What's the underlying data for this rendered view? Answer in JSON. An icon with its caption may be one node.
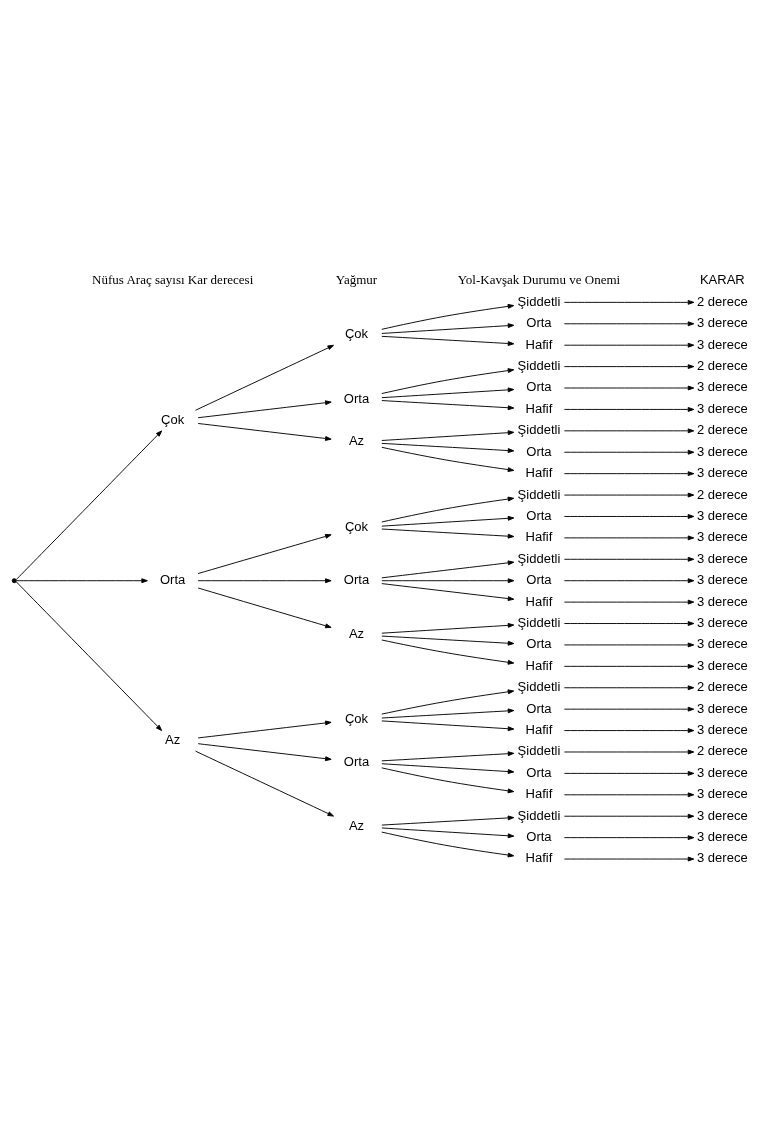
{
  "diagram": {
    "nodes": [
      {
        "text": [],
        "shape": "point"
      },
      {
        "text": [
          "Çok"
        ]
      },
      {
        "text": [
          "Orta"
        ]
      },
      {
        "text": [
          "Az"
        ]
      },
      {
        "text": [
          "Çok"
        ]
      },
      {
        "text": [
          "Orta"
        ]
      },
      {
        "text": [
          "Az"
        ]
      },
      {
        "text": [
          "Çok"
        ]
      },
      {
        "text": [
          "Orta"
        ]
      },
      {
        "text": [
          "Az"
        ]
      },
      {
        "text": [
          "Çok"
        ]
      },
      {
        "text": [
          "Orta"
        ]
      },
      {
        "text": [
          "Az"
        ]
      },
      {
        "text": [
          "Şiddetli"
        ]
      },
      {
        "text": [
          "Orta"
        ]
      },
      {
        "text": [
          "Hafif"
        ]
      },
      {
        "text": [
          "Şiddetli"
        ]
      },
      {
        "text": [
          "Orta"
        ]
      },
      {
        "text": [
          "Hafif"
        ]
      },
      {
        "text": [
          "Şiddetli"
        ]
      },
      {
        "text": [
          "Orta"
        ]
      },
      {
        "text": [
          "Hafif"
        ]
      },
      {
        "text": [
          "Şiddetli"
        ]
      },
      {
        "text": [
          "Orta"
        ]
      },
      {
        "text": [
          "Hafif"
        ]
      },
      {
        "text": [
          "Şiddetli"
        ]
      },
      {
        "text": [
          "Orta"
        ]
      },
      {
        "text": [
          "Hafif"
        ]
      },
      {
        "text": [
          "Şiddetli"
        ]
      },
      {
        "text": [
          "Orta"
        ]
      },
      {
        "text": [
          "Hafif"
        ]
      },
      {
        "text": [
          "Şiddetli"
        ]
      },
      {
        "text": [
          "Orta"
        ]
      },
      {
        "text": [
          "Hafif"
        ]
      },
      {
        "text": [
          "Şiddetli"
        ]
      },
      {
        "text": [
          "Orta"
        ]
      },
      {
        "text": [
          "Hafif"
        ]
      },
      {
        "text": [
          "Şiddetli"
        ]
      },
      {
        "text": [
          "Orta"
        ]
      },
      {
        "text": [
          "Hafif"
        ]
      },
      {
        "text": [
          "2 derece"
        ]
      },
      {
        "text": [
          "3 derece"
        ]
      },
      {
        "text": [
          "3 derece"
        ]
      },
      {
        "text": [
          "2 derece"
        ]
      },
      {
        "text": [
          "3 derece"
        ]
      },
      {
        "text": [
          "3 derece"
        ]
      },
      {
        "text": [
          "2 derece"
        ]
      },
      {
        "text": [
          "3 derece"
        ]
      },
      {
        "text": [
          "3 derece"
        ]
      },
      {
        "text": [
          "2 derece"
        ]
      },
      {
        "text": [
          "3 derece"
        ]
      },
      {
        "text": [
          "3 derece"
        ]
      },
      {
        "text": [
          "3 derece"
        ]
      },
      {
        "text": [
          "3 derece"
        ]
      },
      {
        "text": [
          "3 derece"
        ]
      },
      {
        "text": [
          "3 derece"
        ]
      },
      {
        "text": [
          "3 derece"
        ]
      },
      {
        "text": [
          "3 derece"
        ]
      },
      {
        "text": [
          "2 derece"
        ]
      },
      {
        "text": [
          "3 derece"
        ]
      },
      {
        "text": [
          "3 derece"
        ]
      },
      {
        "text": [
          "2 derece"
        ]
      },
      {
        "text": [
          "3 derece"
        ]
      },
      {
        "text": [
          "3 derece"
        ]
      },
      {
        "text": [
          "3 derece"
        ]
      },
      {
        "text": [
          "3 derece"
        ]
      },
      {
        "text": [
          "3 derece"
        ]
      }
    ],
    "edges": [
      {
        "from": 0,
        "to": 1,
        "arrow": "to"
      },
      {
        "from": 0,
        "to": 2,
        "arrow": "to"
      },
      {
        "from": 0,
        "to": 3,
        "arrow": "to"
      },
      {
        "from": 1,
        "to": 4,
        "arrow": "to"
      },
      {
        "from": 1,
        "to": 5,
        "arrow": "to"
      },
      {
        "from": 1,
        "to": 6,
        "arrow": "to"
      },
      {
        "from": 2,
        "to": 7,
        "arrow": "to"
      },
      {
        "from": 2,
        "to": 8,
        "arrow": "to"
      },
      {
        "from": 2,
        "to": 9,
        "arrow": "to"
      },
      {
        "from": 3,
        "to": 10,
        "arrow": "to"
      },
      {
        "from": 3,
        "to": 11,
        "arrow": "to"
      },
      {
        "from": 3,
        "to": 12,
        "arrow": "to"
      },
      {
        "from": 4,
        "to": 13,
        "arrow": "to"
      },
      {
        "from": 4,
        "to": 14,
        "arrow": "to"
      },
      {
        "from": 4,
        "to": 15,
        "arrow": "to"
      },
      {
        "from": 5,
        "to": 16,
        "arrow": "to"
      },
      {
        "from": 5,
        "to": 17,
        "arrow": "to"
      },
      {
        "from": 5,
        "to": 18,
        "arrow": "to"
      },
      {
        "from": 6,
        "to": 19,
        "arrow": "to"
      },
      {
        "from": 6,
        "to": 20,
        "arrow": "to"
      },
      {
        "from": 6,
        "to": 21,
        "arrow": "to"
      },
      {
        "from": 7,
        "to": 22,
        "arrow": "to"
      },
      {
        "from": 7,
        "to": 23,
        "arrow": "to"
      },
      {
        "from": 7,
        "to": 24,
        "arrow": "to"
      },
      {
        "from": 8,
        "to": 25,
        "arrow": "to"
      },
      {
        "from": 8,
        "to": 26,
        "arrow": "to"
      },
      {
        "from": 8,
        "to": 27,
        "arrow": "to"
      },
      {
        "from": 9,
        "to": 28,
        "arrow": "to"
      },
      {
        "from": 9,
        "to": 29,
        "arrow": "to"
      },
      {
        "from": 9,
        "to": 30,
        "arrow": "to"
      },
      {
        "from": 10,
        "to": 31,
        "arrow": "to"
      },
      {
        "from": 10,
        "to": 32,
        "arrow": "to"
      },
      {
        "from": 10,
        "to": 33,
        "arrow": "to"
      },
      {
        "from": 11,
        "to": 34,
        "arrow": "to"
      },
      {
        "from": 11,
        "to": 35,
        "arrow": "to"
      },
      {
        "from": 11,
        "to": 36,
        "arrow": "to"
      },
      {
        "from": 12,
        "to": 37,
        "arrow": "to"
      },
      {
        "from": 12,
        "to": 38,
        "arrow": "to"
      },
      {
        "from": 12,
        "to": 39,
        "arrow": "to"
      },
      {
        "from": 13,
        "to": 40,
        "arrow": "to"
      },
      {
        "from": 14,
        "to": 41,
        "arrow": "to"
      },
      {
        "from": 15,
        "to": 42,
        "arrow": "to"
      },
      {
        "from": 16,
        "to": 43,
        "arrow": "to"
      },
      {
        "from": 17,
        "to": 44,
        "arrow": "to"
      },
      {
        "from": 18,
        "to": 45,
        "arrow": "to"
      },
      {
        "from": 19,
        "to": 46,
        "arrow": "to"
      },
      {
        "from": 20,
        "to": 47,
        "arrow": "to"
      },
      {
        "from": 21,
        "to": 48,
        "arrow": "to"
      },
      {
        "from": 22,
        "to": 49,
        "arrow": "to"
      },
      {
        "from": 23,
        "to": 50,
        "arrow": "to"
      },
      {
        "from": 24,
        "to": 51,
        "arrow": "to"
      },
      {
        "from": 25,
        "to": 52,
        "arrow": "to"
      },
      {
        "from": 26,
        "to": 53,
        "arrow": "to"
      },
      {
        "from": 27,
        "to": 54,
        "arrow": "to"
      },
      {
        "from": 28,
        "to": 55,
        "arrow": "to"
      },
      {
        "from": 29,
        "to": 56,
        "arrow": "to"
      },
      {
        "from": 30,
        "to": 57,
        "arrow": "to"
      },
      {
        "from": 31,
        "to": 58,
        "arrow": "to"
      },
      {
        "from": 32,
        "to": 59,
        "arrow": "to"
      },
      {
        "from": 33,
        "to": 60,
        "arrow": "to"
      },
      {
        "from": 34,
        "to": 61,
        "arrow": "to"
      },
      {
        "from": 35,
        "to": 62,
        "arrow": "to"
      },
      {
        "from": 36,
        "to": 63,
        "arrow": "to"
      },
      {
        "from": 37,
        "to": 64,
        "arrow": "to"
      },
      {
        "from": 38,
        "to": 65,
        "arrow": "to"
      },
      {
        "from": 39,
        "to": 66,
        "arrow": "to"
      }
    ],
    "labels": [
      "Nüfus Araç sayısı Kar derecesi",
      "Yağmur",
      "Yol-Kavşak Durumu ve Onemi",
      "KARAR"
    ]
  }
}
